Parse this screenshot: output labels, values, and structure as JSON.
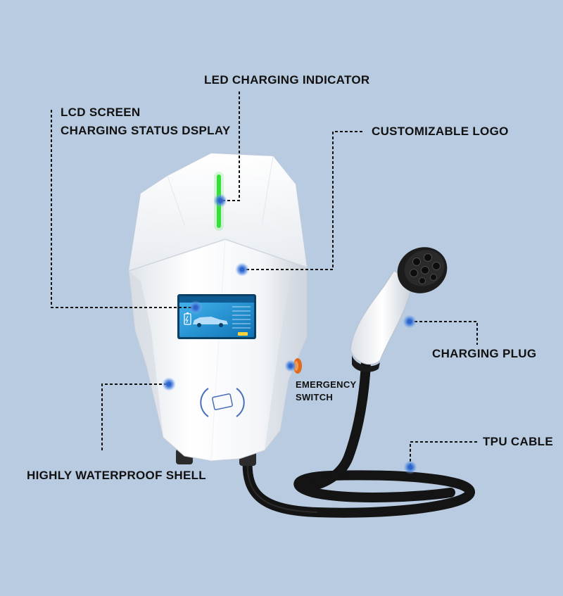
{
  "labels": {
    "led_indicator": "LED CHARGING INDICATOR",
    "lcd_line1": "LCD SCREEN",
    "lcd_line2": "CHARGING STATUS DSPLAY",
    "logo": "CUSTOMIZABLE LOGO",
    "plug": "CHARGING PLUG",
    "emergency_line1": "EMERGENCY",
    "emergency_line2": "SWITCH",
    "cable": "TPU CABLE",
    "shell": "HIGHLY WATERPROOF SHELL"
  },
  "colors": {
    "background": "#b9cbe0",
    "shell": "#f4f6f9",
    "led": "#35e03a",
    "screen": "#1b8fd0",
    "cable": "#141414",
    "marker": "#2f64c8",
    "emergency": "#e06a1e"
  },
  "icons": [
    "nfc-card-icon",
    "car-icon",
    "battery-icon"
  ]
}
